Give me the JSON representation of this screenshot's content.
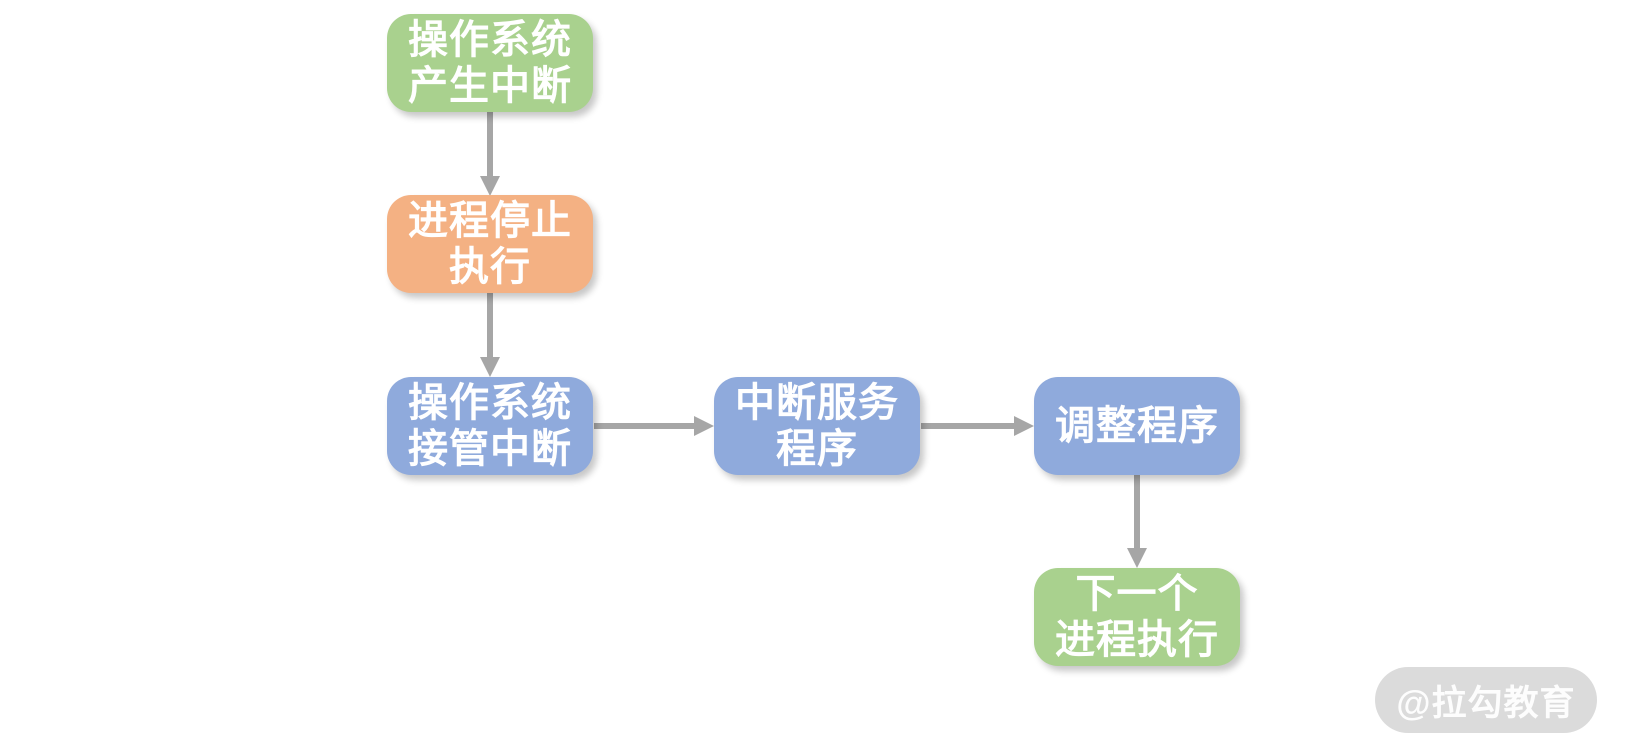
{
  "diagram": {
    "type": "flowchart",
    "nodes": [
      {
        "id": "os-generates-interrupt",
        "label": "操作系统\n产生中断",
        "color_role": "green"
      },
      {
        "id": "process-stops-executing",
        "label": "进程停止\n执行",
        "color_role": "orange"
      },
      {
        "id": "os-takes-over-interrupt",
        "label": "操作系统\n接管中断",
        "color_role": "blue"
      },
      {
        "id": "interrupt-service-routine",
        "label": "中断服务\n程序",
        "color_role": "blue"
      },
      {
        "id": "adjust-program",
        "label": "调整程序",
        "color_role": "blue"
      },
      {
        "id": "next-process-executes",
        "label": "下一个\n进程执行",
        "color_role": "green"
      }
    ],
    "edges": [
      {
        "from": "os-generates-interrupt",
        "to": "process-stops-executing",
        "direction": "down"
      },
      {
        "from": "process-stops-executing",
        "to": "os-takes-over-interrupt",
        "direction": "down"
      },
      {
        "from": "os-takes-over-interrupt",
        "to": "interrupt-service-routine",
        "direction": "right"
      },
      {
        "from": "interrupt-service-routine",
        "to": "adjust-program",
        "direction": "right"
      },
      {
        "from": "adjust-program",
        "to": "next-process-executes",
        "direction": "down"
      }
    ]
  },
  "colors": {
    "green": "#a9d18e",
    "orange": "#f4b183",
    "blue": "#8faadc",
    "arrow": "#a6a6a6",
    "node_text": "#ffffff",
    "watermark_bg": "#dbdbdb",
    "watermark_text": "#ffffff"
  },
  "watermark": {
    "text": "@拉勾教育"
  }
}
